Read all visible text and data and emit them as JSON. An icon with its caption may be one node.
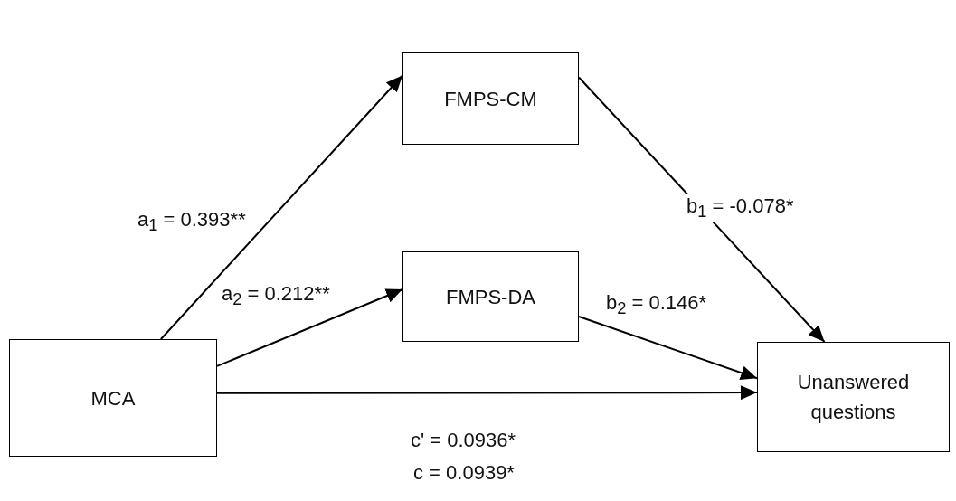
{
  "diagram": {
    "nodes": [
      {
        "text": [
          "FMPS-CM"
        ]
      },
      {
        "text": [
          "FMPS-DA"
        ]
      },
      {
        "text": [
          "MCA"
        ]
      },
      {
        "text": [
          "Unanswered questions"
        ]
      }
    ],
    "edges": [
      {
        "from": 2,
        "to": 0,
        "arrow": "to",
        "label": "a$_{1}$ = 0.393**"
      },
      {
        "from": 2,
        "to": 1,
        "arrow": "to",
        "label": "a$_{2}$ = 0.212**"
      },
      {
        "from": 0,
        "to": 3,
        "arrow": "to",
        "label": "b$_{1}$ = -0.078*"
      },
      {
        "from": 1,
        "to": 3,
        "arrow": "to",
        "label": "b$_{2}$ = 0.146*"
      },
      {
        "from": 2,
        "to": 3,
        "arrow": "to",
        "label": "c' = 0.0936*"
      }
    ],
    "labels": [
      "c = 0.0939*"
    ]
  }
}
